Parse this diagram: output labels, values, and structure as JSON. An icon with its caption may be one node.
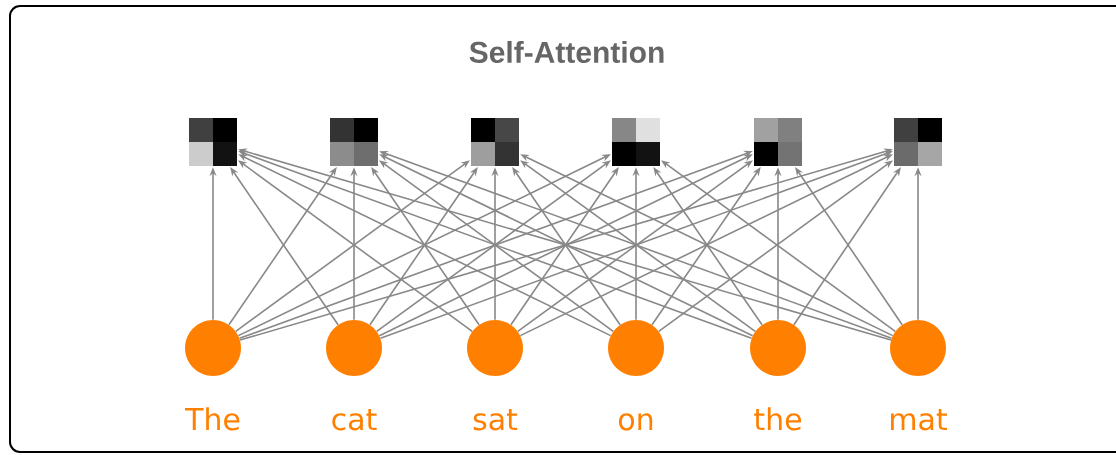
{
  "diagram": {
    "title": "Self-Attention",
    "nodes": [
      {
        "text": [],
        "shape": "box"
      },
      {
        "text": [],
        "shape": "box"
      },
      {
        "text": [],
        "shape": "box"
      },
      {
        "text": [],
        "shape": "box"
      },
      {
        "text": [],
        "shape": "box"
      },
      {
        "text": [],
        "shape": "box"
      },
      {
        "text": [],
        "shape": "circle",
        "beside": [
          "The"
        ]
      },
      {
        "text": [],
        "shape": "circle",
        "beside": [
          "cat"
        ]
      },
      {
        "text": [],
        "shape": "circle",
        "beside": [
          "sat"
        ]
      },
      {
        "text": [],
        "shape": "circle",
        "beside": [
          "on"
        ]
      },
      {
        "text": [],
        "shape": "circle",
        "beside": [
          "the"
        ]
      },
      {
        "text": [],
        "shape": "circle",
        "beside": [
          "mat"
        ]
      }
    ],
    "edges": [
      {
        "from": 6,
        "to": 0,
        "arrow": "to"
      },
      {
        "from": 6,
        "to": 1,
        "arrow": "to"
      },
      {
        "from": 6,
        "to": 2,
        "arrow": "to"
      },
      {
        "from": 6,
        "to": 3,
        "arrow": "to"
      },
      {
        "from": 6,
        "to": 4,
        "arrow": "to"
      },
      {
        "from": 6,
        "to": 5,
        "arrow": "to"
      },
      {
        "from": 7,
        "to": 0,
        "arrow": "to"
      },
      {
        "from": 7,
        "to": 1,
        "arrow": "to"
      },
      {
        "from": 7,
        "to": 2,
        "arrow": "to"
      },
      {
        "from": 7,
        "to": 3,
        "arrow": "to"
      },
      {
        "from": 7,
        "to": 4,
        "arrow": "to"
      },
      {
        "from": 7,
        "to": 5,
        "arrow": "to"
      },
      {
        "from": 8,
        "to": 0,
        "arrow": "to"
      },
      {
        "from": 8,
        "to": 1,
        "arrow": "to"
      },
      {
        "from": 8,
        "to": 2,
        "arrow": "to"
      },
      {
        "from": 8,
        "to": 3,
        "arrow": "to"
      },
      {
        "from": 8,
        "to": 4,
        "arrow": "to"
      },
      {
        "from": 8,
        "to": 5,
        "arrow": "to"
      },
      {
        "from": 9,
        "to": 0,
        "arrow": "to"
      },
      {
        "from": 9,
        "to": 1,
        "arrow": "to"
      },
      {
        "from": 9,
        "to": 2,
        "arrow": "to"
      },
      {
        "from": 9,
        "to": 3,
        "arrow": "to"
      },
      {
        "from": 9,
        "to": 4,
        "arrow": "to"
      },
      {
        "from": 9,
        "to": 5,
        "arrow": "to"
      },
      {
        "from": 10,
        "to": 0,
        "arrow": "to"
      },
      {
        "from": 10,
        "to": 1,
        "arrow": "to"
      },
      {
        "from": 10,
        "to": 2,
        "arrow": "to"
      },
      {
        "from": 10,
        "to": 3,
        "arrow": "to"
      },
      {
        "from": 10,
        "to": 4,
        "arrow": "to"
      },
      {
        "from": 10,
        "to": 5,
        "arrow": "to"
      },
      {
        "from": 11,
        "to": 0,
        "arrow": "to"
      },
      {
        "from": 11,
        "to": 1,
        "arrow": "to"
      },
      {
        "from": 11,
        "to": 2,
        "arrow": "to"
      },
      {
        "from": 11,
        "to": 3,
        "arrow": "to"
      },
      {
        "from": 11,
        "to": 4,
        "arrow": "to"
      },
      {
        "from": 11,
        "to": 5,
        "arrow": "to"
      }
    ]
  }
}
